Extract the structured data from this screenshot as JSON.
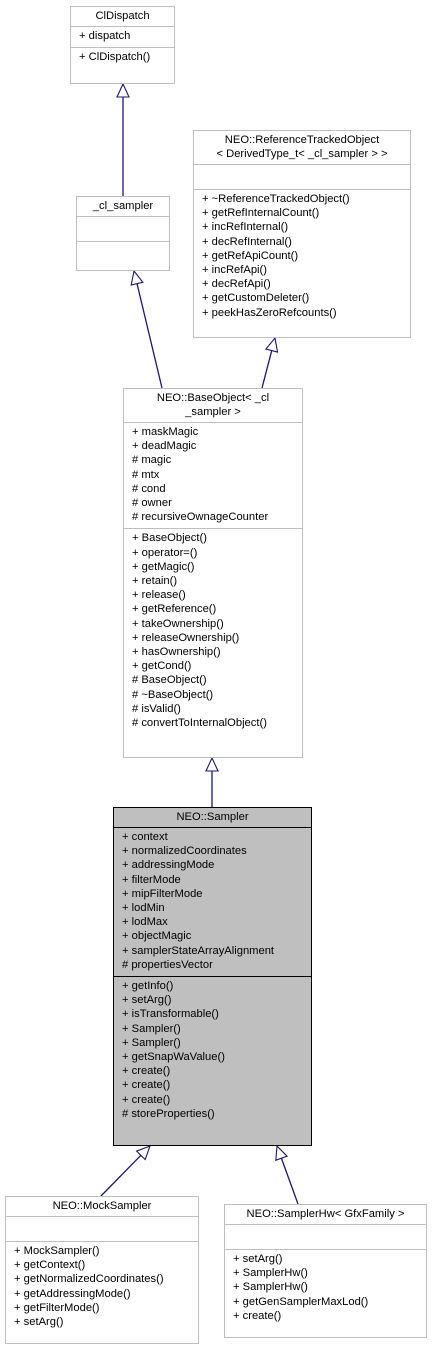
{
  "classes": {
    "cldispatch": {
      "name": "ClDispatch",
      "attributes": [
        "+ dispatch"
      ],
      "operations": [
        "+ ClDispatch()"
      ]
    },
    "cl_sampler": {
      "name": "_cl_sampler",
      "attributes": [],
      "operations": []
    },
    "reftracked": {
      "name": "NEO::ReferenceTrackedObject\n< DerivedType_t< _cl_sampler > >",
      "attributes": [],
      "operations": [
        "+ ~ReferenceTrackedObject()",
        "+ getRefInternalCount()",
        "+ incRefInternal()",
        "+ decRefInternal()",
        "+ getRefApiCount()",
        "+ incRefApi()",
        "+ decRefApi()",
        "+ getCustomDeleter()",
        "+ peekHasZeroRefcounts()"
      ]
    },
    "baseobject": {
      "name": "NEO::BaseObject< _cl\n_sampler >",
      "attributes": [
        "+ maskMagic",
        "+ deadMagic",
        "# magic",
        "# mtx",
        "# cond",
        "# owner",
        "# recursiveOwnageCounter"
      ],
      "operations": [
        "+ BaseObject()",
        "+ operator=()",
        "+ getMagic()",
        "+ retain()",
        "+ release()",
        "+ getReference()",
        "+ takeOwnership()",
        "+ releaseOwnership()",
        "+ hasOwnership()",
        "+ getCond()",
        "# BaseObject()",
        "# ~BaseObject()",
        "# isValid()",
        "# convertToInternalObject()"
      ]
    },
    "sampler": {
      "name": "NEO::Sampler",
      "attributes": [
        "+ context",
        "+ normalizedCoordinates",
        "+ addressingMode",
        "+ filterMode",
        "+ mipFilterMode",
        "+ lodMin",
        "+ lodMax",
        "+ objectMagic",
        "+ samplerStateArrayAlignment",
        "# propertiesVector"
      ],
      "operations": [
        "+ getInfo()",
        "+ setArg()",
        "+ isTransformable()",
        "+ Sampler()",
        "+ Sampler()",
        "+ getSnapWaValue()",
        "+ create()",
        "+ create()",
        "+ create()",
        "# storeProperties()"
      ]
    },
    "mocksampler": {
      "name": "NEO::MockSampler",
      "attributes": [],
      "operations": [
        "+ MockSampler()",
        "+ getContext()",
        "+ getNormalizedCoordinates()",
        "+ getAddressingMode()",
        "+ getFilterMode()",
        "+ setArg()"
      ]
    },
    "samplerhw": {
      "name": "NEO::SamplerHw< GfxFamily >",
      "attributes": [],
      "operations": [
        "+ setArg()",
        "+ SamplerHw()",
        "+ SamplerHw()",
        "+ getGenSamplerMaxLod()",
        "+ create()"
      ]
    }
  },
  "colors": {
    "edge": "#191970",
    "highlight_fill": "#bfbfbf",
    "box_border": "#bfbfbf"
  }
}
